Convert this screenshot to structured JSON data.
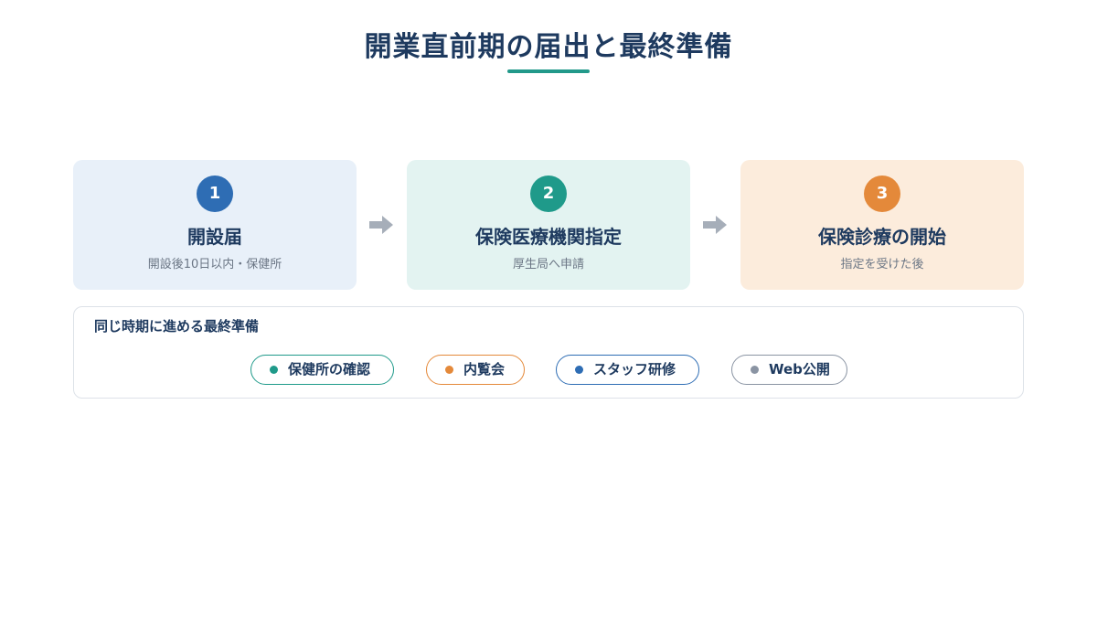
{
  "title": "開業直前期の届出と最終準備",
  "colors": {
    "title": "#1e3a5f",
    "accent_teal": "#1f9a8a",
    "accent_blue": "#2e6db4",
    "accent_orange": "#e4893a",
    "accent_gray": "#8a94a3"
  },
  "steps": [
    {
      "number": "1",
      "title": "開設届",
      "subtitle": "開設後10日以内・保健所"
    },
    {
      "number": "2",
      "title": "保険医療機関指定",
      "subtitle": "厚生局へ申請"
    },
    {
      "number": "3",
      "title": "保険診療の開始",
      "subtitle": "指定を受けた後"
    }
  ],
  "arrows": [
    {
      "icon": "right-arrow-icon"
    },
    {
      "icon": "right-arrow-icon"
    }
  ],
  "final_prep": {
    "title": "同じ時期に進める最終準備",
    "items": [
      {
        "label": "保健所の確認"
      },
      {
        "label": "内覧会"
      },
      {
        "label": "スタッフ研修"
      },
      {
        "label": "Web公開"
      }
    ]
  }
}
